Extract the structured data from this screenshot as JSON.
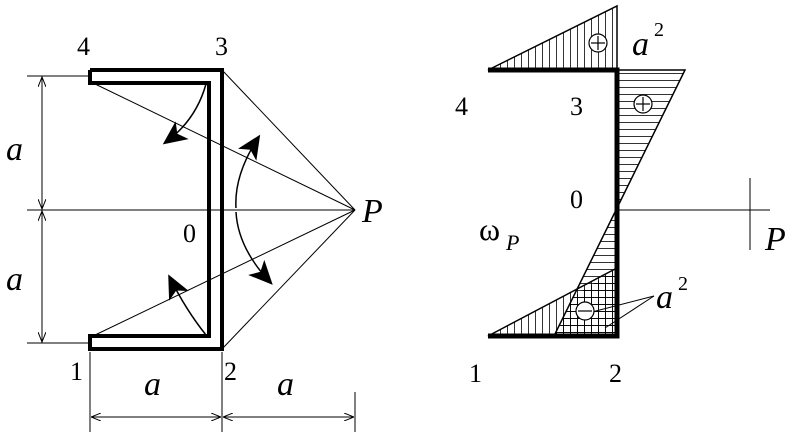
{
  "left": {
    "point_labels": [
      "4",
      "3",
      "0",
      "2",
      "1"
    ],
    "pole_label": "P",
    "dim_a_upper": "a",
    "dim_a_lower": "a",
    "dim_a_bottom_left": "a",
    "dim_a_bottom_right": "a"
  },
  "right": {
    "point_labels": [
      "4",
      "3",
      "0",
      "1",
      "2"
    ],
    "omega": "ω",
    "omega_sub": "P",
    "pole_label": "P",
    "a_top": "a",
    "a_top_exp": "2",
    "a_bot": "a",
    "a_bot_exp": "2",
    "signs": [
      "+",
      "+",
      "−"
    ]
  }
}
